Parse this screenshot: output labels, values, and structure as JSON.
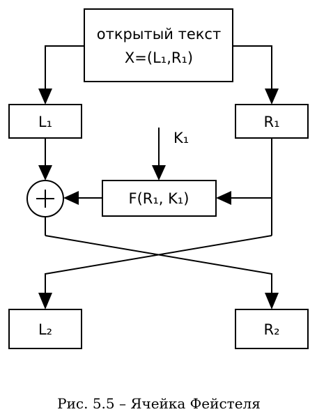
{
  "plaintext": {
    "line1": "открытый текст",
    "line2": "X=(L₁,R₁)"
  },
  "blocks": {
    "L1": "L₁",
    "R1": "R₁",
    "K1": "K₁",
    "F": "F(R₁, K₁)",
    "xor": "+",
    "L2": "L₂",
    "R2": "R₂"
  },
  "caption": "Рис. 5.5 – Ячейка Фейстеля"
}
